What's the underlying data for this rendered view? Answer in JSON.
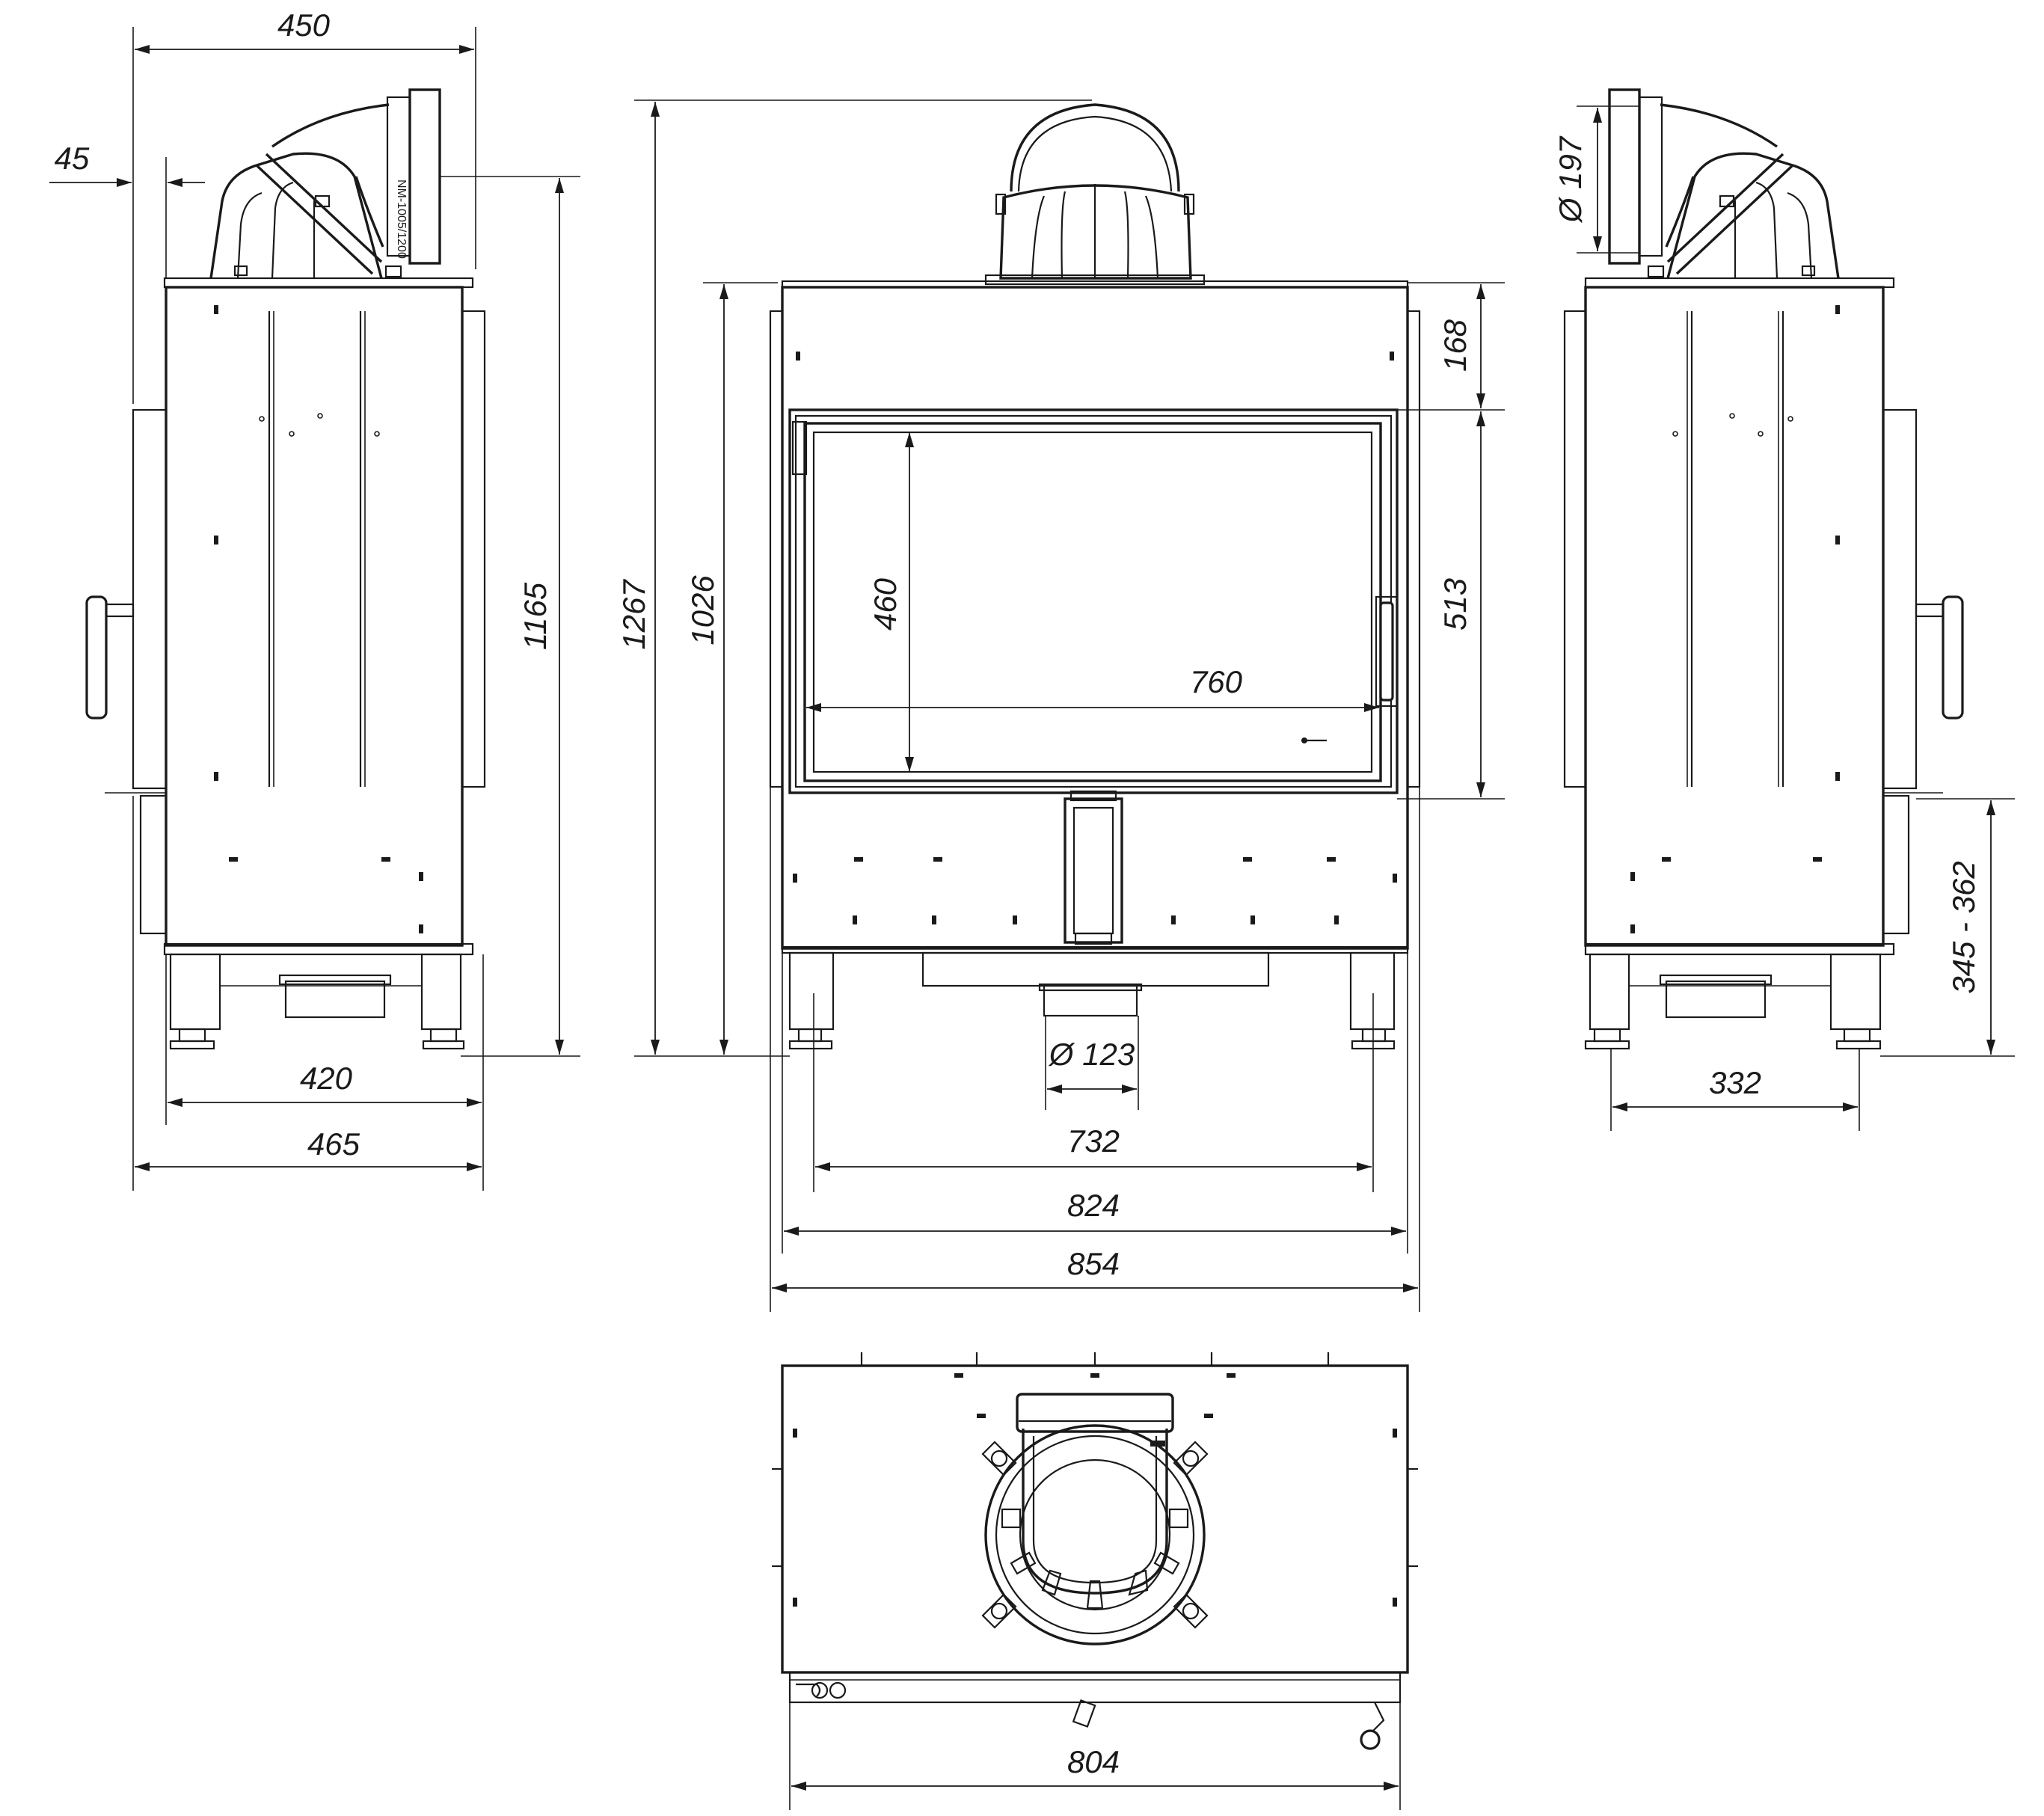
{
  "dimensions": {
    "d450": "450",
    "d45": "45",
    "d1165": "1165",
    "d420": "420",
    "d465": "465",
    "d1267": "1267",
    "d1026": "1026",
    "d168": "168",
    "d513": "513",
    "d460": "460",
    "d760": "760",
    "d123": "Ø 123",
    "d732": "732",
    "d824": "824",
    "d854": "854",
    "d197": "Ø 197",
    "d345": "345 - 362",
    "d332": "332",
    "d804": "804"
  },
  "views": [
    "left-side-view",
    "front-view",
    "right-side-view",
    "top-view"
  ]
}
